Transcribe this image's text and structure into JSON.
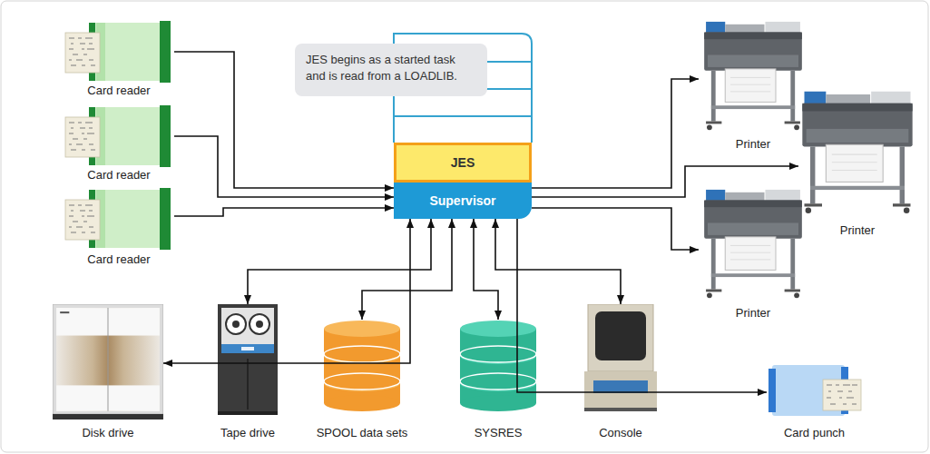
{
  "diagram": {
    "nodes": [
      {
        "text": [
          "Card reader"
        ]
      },
      {
        "text": [
          "Card reader"
        ]
      },
      {
        "text": [
          "Card reader"
        ]
      },
      {
        "text": [
          "JES begins as a started task and is read from a LOADLIB."
        ]
      },
      {
        "text": [
          "JES"
        ]
      },
      {
        "text": [
          "Supervisor"
        ]
      },
      {
        "text": [
          "Printer"
        ]
      },
      {
        "text": [
          "Printer"
        ]
      },
      {
        "text": [
          "Printer"
        ]
      },
      {
        "text": [
          "Disk drive"
        ]
      },
      {
        "text": [
          "Tape drive"
        ]
      },
      {
        "text": [
          "SPOOL data sets"
        ]
      },
      {
        "text": [
          "SYSRES"
        ]
      },
      {
        "text": [
          "Console"
        ]
      },
      {
        "text": [
          "Card punch"
        ]
      }
    ],
    "edges": [
      {
        "from": 0,
        "to": 5,
        "arrow": "to"
      },
      {
        "from": 1,
        "to": 5,
        "arrow": "to"
      },
      {
        "from": 2,
        "to": 5,
        "arrow": "to"
      },
      {
        "from": 5,
        "to": 6,
        "arrow": "to"
      },
      {
        "from": 5,
        "to": 7,
        "arrow": "to"
      },
      {
        "from": 5,
        "to": 8,
        "arrow": "to"
      },
      {
        "from": 5,
        "to": 9,
        "arrow": "both"
      },
      {
        "from": 5,
        "to": 10,
        "arrow": "both"
      },
      {
        "from": 5,
        "to": 11,
        "arrow": "both"
      },
      {
        "from": 5,
        "to": 12,
        "arrow": "both"
      },
      {
        "from": 5,
        "to": 13,
        "arrow": "both"
      },
      {
        "from": 5,
        "to": 14,
        "arrow": "to"
      }
    ]
  }
}
